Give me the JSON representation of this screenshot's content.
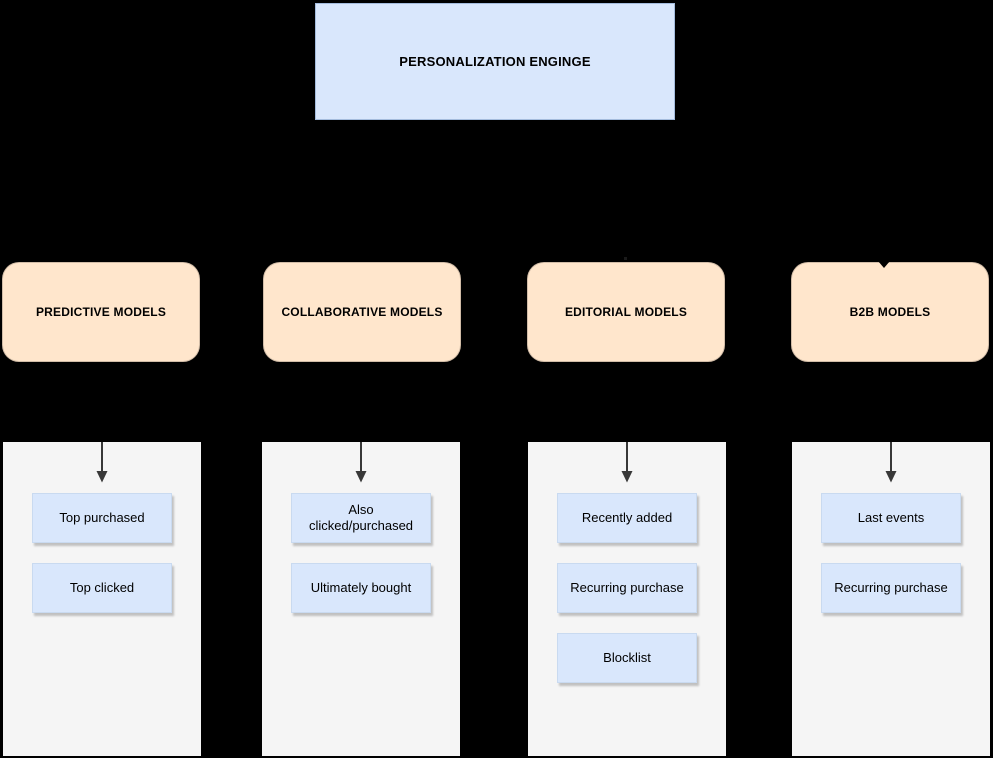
{
  "root": {
    "label": "PERSONALIZATION ENGINGE"
  },
  "branches": [
    {
      "id": "predictive",
      "label": "PREDICTIVE MODELS",
      "items": [
        "Top purchased",
        "Top clicked"
      ]
    },
    {
      "id": "collaborative",
      "label": "COLLABORATIVE MODELS",
      "items": [
        "Also\nclicked/purchased",
        "Ultimately bought"
      ]
    },
    {
      "id": "editorial",
      "label": "EDITORIAL MODELS",
      "items": [
        "Recently added",
        "Recurring purchase",
        "Blocklist"
      ]
    },
    {
      "id": "b2b",
      "label": "B2B MODELS",
      "items": [
        "Last events",
        "Recurring purchase"
      ]
    }
  ],
  "colors": {
    "background": "#000000",
    "root_fill": "#d9e7fc",
    "root_border": "#a4bcdd",
    "branch_fill": "#ffe6cc",
    "container_fill": "#f5f5f5",
    "item_fill": "#d9e7fc",
    "item_border": "#c9daf0",
    "arrow_color": "#383838",
    "text_color": "#000000"
  }
}
